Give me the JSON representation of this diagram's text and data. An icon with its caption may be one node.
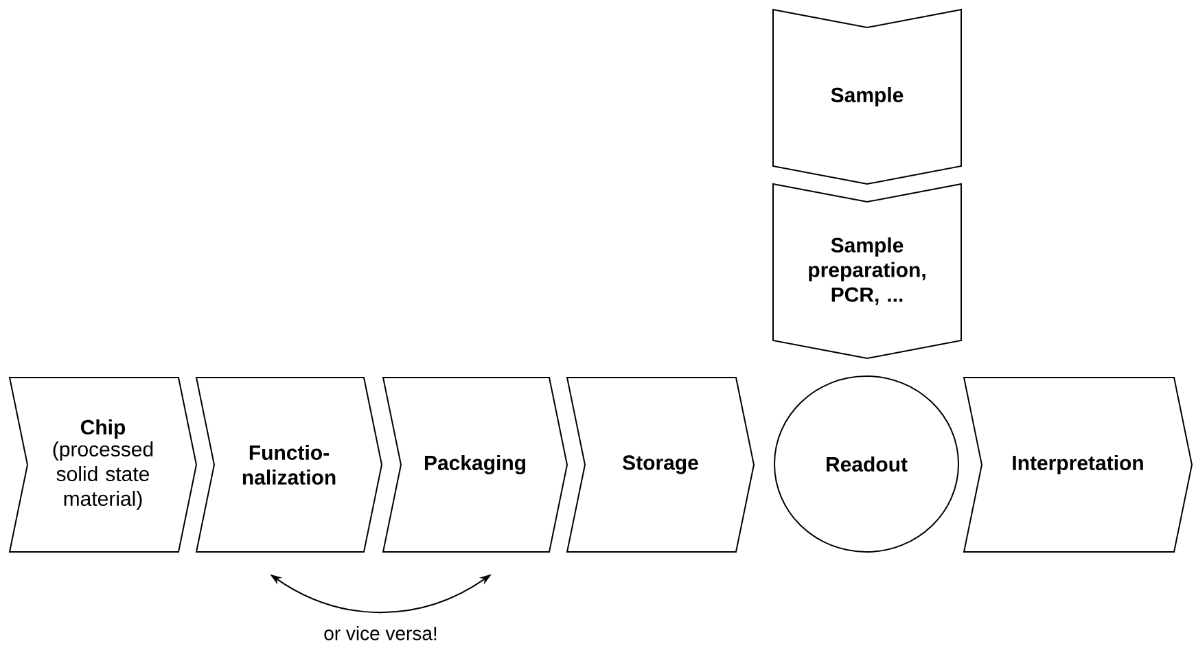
{
  "diagram": {
    "nodes": [
      {
        "text": [
          "Chip",
          "(processed solid state material)"
        ]
      },
      {
        "text": [
          "Functio- nalization"
        ]
      },
      {
        "text": [
          "Packaging"
        ]
      },
      {
        "text": [
          "Storage"
        ]
      },
      {
        "text": [
          "Sample"
        ]
      },
      {
        "text": [
          "Sample preparation, PCR, ..."
        ]
      },
      {
        "text": [
          "Readout"
        ]
      },
      {
        "text": [
          "Interpretation"
        ]
      }
    ],
    "edges": [
      {
        "from": 1,
        "to": 2,
        "arrow": "both",
        "label": "or vice versa!"
      }
    ]
  }
}
